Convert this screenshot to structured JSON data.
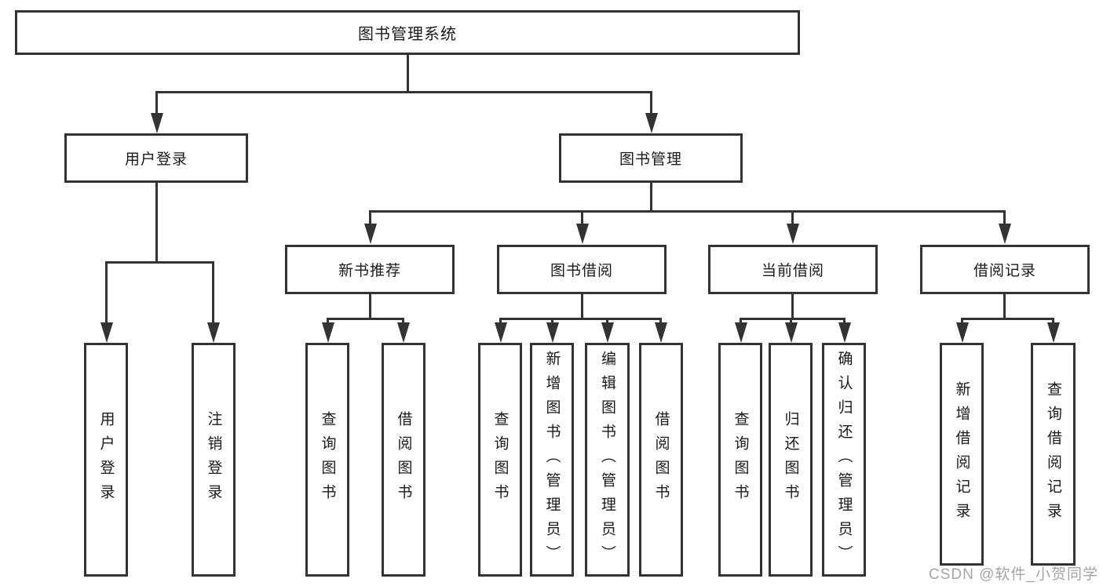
{
  "colors": {
    "background": "#ffffff",
    "line": "#333333",
    "text": "#1a1a1a",
    "watermark": "#9b9b9b"
  },
  "watermark": {
    "text": "CSDN @软件_小贺同学"
  },
  "nodes": {
    "root": {
      "label": "图书管理系统"
    },
    "user_login": {
      "label": "用户登录"
    },
    "book_management": {
      "label": "图书管理"
    },
    "new_book_recommend": {
      "label": "新书推荐"
    },
    "book_borrowing": {
      "label": "图书借阅"
    },
    "current_borrowing": {
      "label": "当前借阅"
    },
    "borrowing_records": {
      "label": "借阅记录"
    },
    "leaf_user_login": {
      "label": "用户登录"
    },
    "leaf_logout": {
      "label": "注销登录"
    },
    "leaf_query_books_recommend": {
      "label": "查询图书"
    },
    "leaf_borrow_books_recommend": {
      "label": "借阅图书"
    },
    "leaf_query_books_borrowing": {
      "label": "查询图书"
    },
    "leaf_add_books_admin": {
      "label": "新增图书（管理员）"
    },
    "leaf_edit_books_admin": {
      "label": "编辑图书（管理员）"
    },
    "leaf_borrow_books_borrowing": {
      "label": "借阅图书"
    },
    "leaf_query_books_current": {
      "label": "查询图书"
    },
    "leaf_return_books": {
      "label": "归还图书"
    },
    "leaf_confirm_return_admin": {
      "label": "确认归还（管理员）"
    },
    "leaf_add_borrow_record": {
      "label": "新增借阅记录"
    },
    "leaf_query_borrow_record": {
      "label": "查询借阅记录"
    }
  },
  "hierarchy": {
    "图书管理系统": {
      "用户登录": [
        "用户登录",
        "注销登录"
      ],
      "图书管理": {
        "新书推荐": [
          "查询图书",
          "借阅图书"
        ],
        "图书借阅": [
          "查询图书",
          "新增图书（管理员）",
          "编辑图书（管理员）",
          "借阅图书"
        ],
        "当前借阅": [
          "查询图书",
          "归还图书",
          "确认归还（管理员）"
        ],
        "借阅记录": [
          "新增借阅记录",
          "查询借阅记录"
        ]
      }
    }
  }
}
